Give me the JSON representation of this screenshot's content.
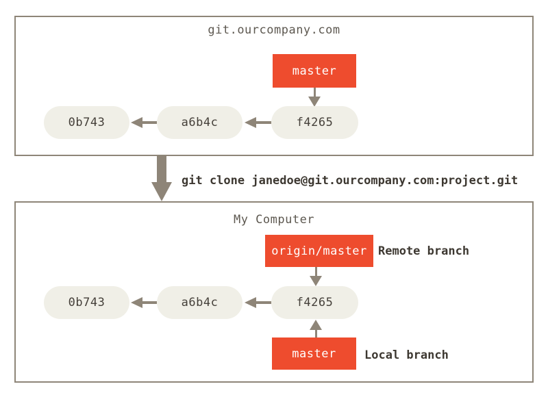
{
  "colors": {
    "background": "#ffffff",
    "box_border": "#8e8578",
    "arrow": "#8e8578",
    "branch_red": "#ee4c2e",
    "branch_text": "#ffffff",
    "commit_fill": "#f0efe7",
    "commit_text": "#45403a",
    "title_text": "#5d5850",
    "label_text": "#3d3831"
  },
  "remote": {
    "title": "git.ourcompany.com",
    "branch": "master",
    "commits": [
      "0b743",
      "a6b4c",
      "f4265"
    ]
  },
  "clone": {
    "command": "git clone janedoe@git.ourcompany.com:project.git"
  },
  "local": {
    "title": "My Computer",
    "remote_branch": "origin/master",
    "remote_branch_label": "Remote branch",
    "local_branch": "master",
    "local_branch_label": "Local branch",
    "commits": [
      "0b743",
      "a6b4c",
      "f4265"
    ]
  }
}
